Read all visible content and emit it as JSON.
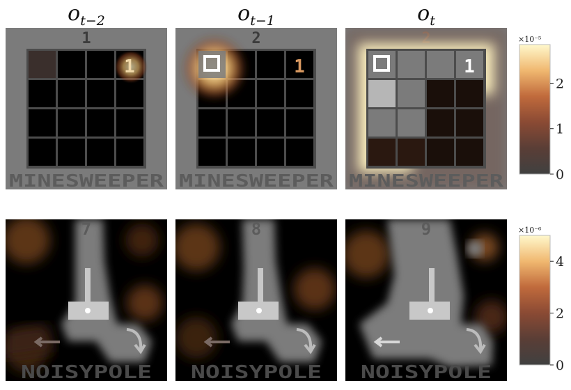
{
  "column_titles": [
    {
      "base": "o",
      "sub": "t−2"
    },
    {
      "base": "o",
      "sub": "t−1"
    },
    {
      "base": "o",
      "sub": "t"
    }
  ],
  "minesweeper": {
    "game_label": "MINESWEEPER",
    "frames": [
      {
        "score": "1",
        "cell_number": "1"
      },
      {
        "score": "2",
        "cell_number": "1"
      },
      {
        "score": "2",
        "cell_number": "1"
      }
    ]
  },
  "noisypole": {
    "game_label": "NOISYPOLE",
    "frames": [
      {
        "score": "7"
      },
      {
        "score": "8"
      },
      {
        "score": "9"
      }
    ]
  },
  "colorbars": [
    {
      "exponent": "×10⁻⁵",
      "ticks": [
        "2",
        "1",
        "0"
      ],
      "tick_values": [
        2,
        1,
        0
      ],
      "max": 2.85
    },
    {
      "exponent": "×10⁻⁶",
      "ticks": [
        "4",
        "2",
        "0"
      ],
      "tick_values": [
        4,
        2,
        0
      ],
      "max": 5.0
    }
  ],
  "colors": {
    "panel_gray": "#7b7b7b",
    "heat_low": "#4a3a30",
    "heat_mid": "#c76a3a",
    "heat_high": "#fff6c8"
  }
}
